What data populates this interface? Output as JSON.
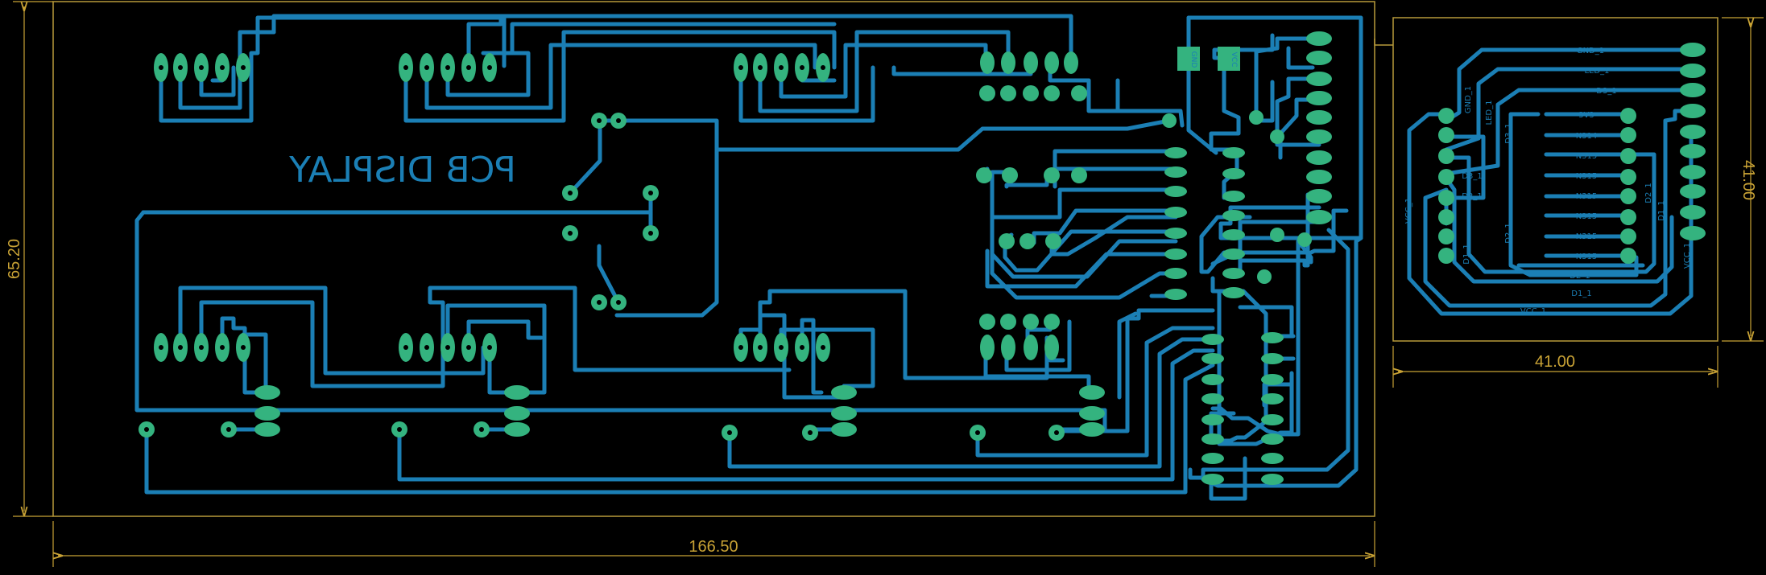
{
  "board": {
    "title": "PCB DISPLAY",
    "dim_width": "166.50",
    "dim_height": "65.20"
  },
  "sub_board": {
    "dim_width": "41.00",
    "dim_height": "41.00",
    "labels": {
      "gnd_top": "GND_1",
      "led_top": "LED_1",
      "d3_top": "D3_1",
      "v3": "3V3",
      "n14": "N314",
      "n15a": "N315",
      "n15b": "N315",
      "n15c": "N315",
      "n15d": "N315",
      "n15e": "N315",
      "n15f": "N315",
      "d2_bottom": "D2_1",
      "d1_bottom": "D1_1",
      "vcc_bottom": "VCC_1",
      "vcc_left": "VCC_1",
      "vcc_right": "VCC_1",
      "gnd_side": "GND_1",
      "led_side": "LED_1",
      "d3_side": "D3_1",
      "d3_mid": "D3_1",
      "d2_mid": "D2_1",
      "d1_left": "D1_1",
      "d2_v": "D2_1",
      "d2_right": "D2_1",
      "d1_right": "D1_1"
    }
  },
  "module_labels": {
    "gnd": "GND",
    "vcc": "VCC"
  },
  "colors": {
    "background": "#000000",
    "trace": "#1b7fb5",
    "pad": "#34b37f",
    "outline": "#b89a3a",
    "text": "#1b7fb5",
    "dim": "#c8a235"
  }
}
